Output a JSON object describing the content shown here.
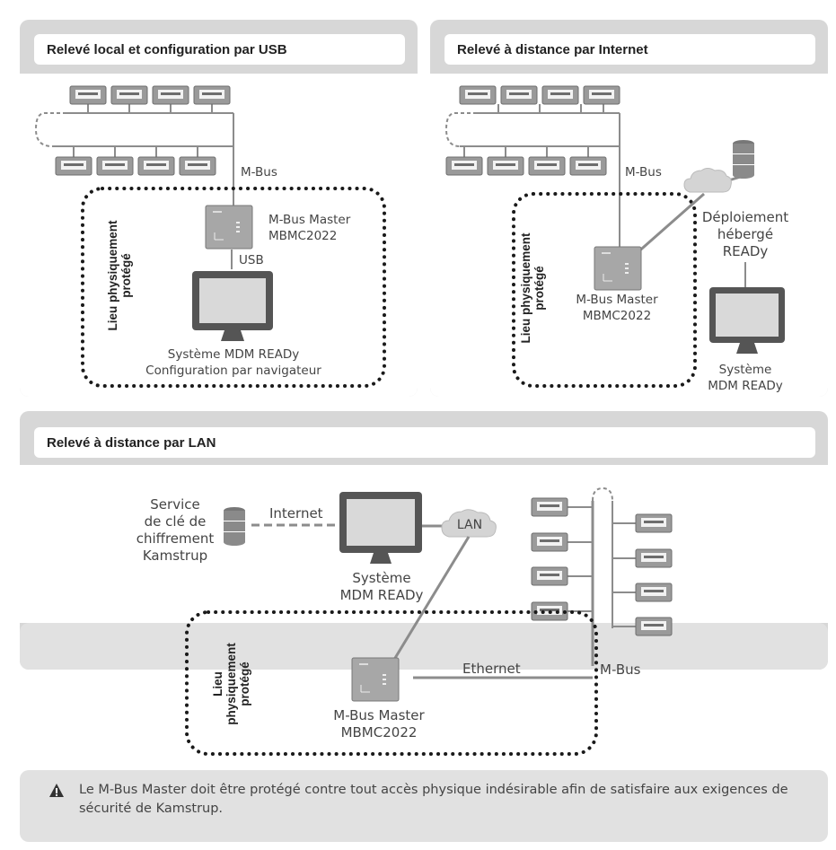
{
  "panels": {
    "usb": {
      "title": "Relevé local et configuration par USB",
      "mbus_label": "M-Bus",
      "master_line1": "M-Bus Master",
      "master_line2": "MBMC2022",
      "usb_label": "USB",
      "zone_line1": "Lieu physiquement",
      "zone_line2": "protégé",
      "system_line1": "Système MDM READy",
      "system_line2": "Configuration par navigateur"
    },
    "internet": {
      "title": "Relevé à distance par Internet",
      "mbus_label": "M-Bus",
      "master_line1": "M-Bus Master",
      "master_line2": "MBMC2022",
      "zone_line1": "Lieu physiquement",
      "zone_line2": "protégé",
      "hosted_line1": "Déploiement",
      "hosted_line2": "hébergé",
      "hosted_line3": "READy",
      "system_line1": "Système",
      "system_line2": "MDM READy"
    },
    "lan": {
      "title": "Relevé à distance par LAN",
      "key_line1": "Service",
      "key_line2": "de clé de",
      "key_line3": "chiffrement",
      "key_line4": "Kamstrup",
      "internet_label": "Internet",
      "lan_label": "LAN",
      "system_line1": "Système",
      "system_line2": "MDM READy",
      "ethernet_label": "Ethernet",
      "mbus_label": "M-Bus",
      "zone_line1": "Lieu",
      "zone_line2": "physiquement",
      "zone_line3": "protégé",
      "master_line1": "M-Bus Master",
      "master_line2": "MBMC2022"
    }
  },
  "warning": {
    "icon": "warning-icon",
    "text": "Le M-Bus Master doit être protégé contre tout accès physique indésirable afin de satisfaire aux exigences de sécurité de Kamstrup."
  },
  "colors": {
    "panel_bg": "#d7d7d7",
    "device": "#9a9a9a",
    "line": "#8c8c8c",
    "monitor": "#555555",
    "zone": "#1a1a1a"
  }
}
